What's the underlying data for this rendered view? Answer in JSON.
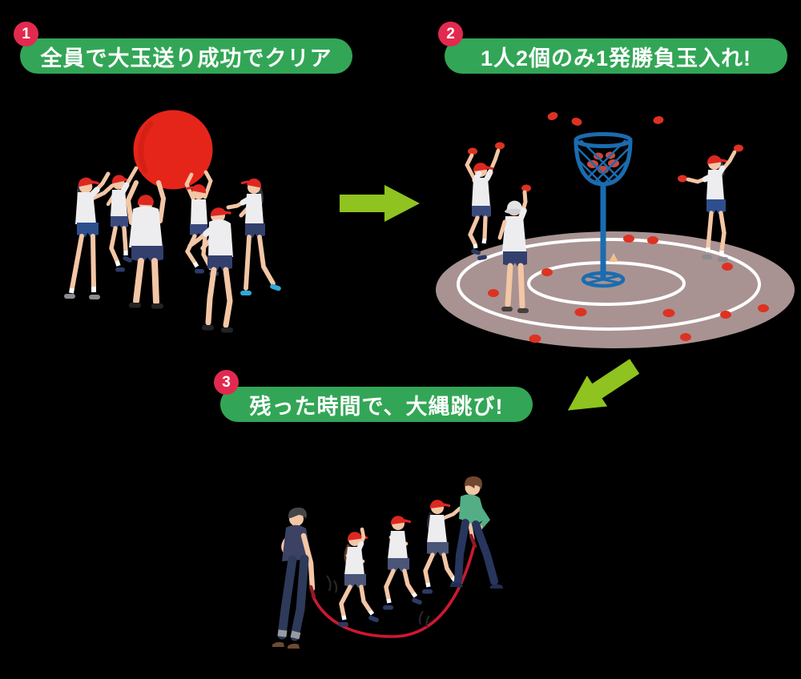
{
  "page": {
    "background": "#000000"
  },
  "steps": [
    {
      "number": "1",
      "label": "全員で大玉送り成功でクリア",
      "illustration_alt": "Six children in white shirts, navy shorts and red caps lifting a giant red ball overhead"
    },
    {
      "number": "2",
      "label": "1人2個のみ1発勝負玉入れ!",
      "illustration_alt": "Ball-toss game: children throwing red beanbags at a blue net basket on a pole standing in white circles on a mauve ground"
    },
    {
      "number": "3",
      "label": "残った時間で、大縄跳び!",
      "illustration_alt": "Two adults turning a long red rope while three children in red caps jump over it"
    }
  ],
  "arrows": [
    {
      "direction": "right"
    },
    {
      "direction": "down-left"
    }
  ],
  "colors": {
    "label_background": "#32a656",
    "label_text": "#ffffff",
    "badge_background": "#e22a4f",
    "badge_text": "#ffffff",
    "arrow_green": "#8fc31f",
    "big_ball_red": "#e5251a",
    "beanbag_red": "#dd3222",
    "cap_red": "#dd2721",
    "ground_mauve": "#a89392",
    "ring_white": "#ffffff",
    "pole_blue": "#1a6cb0",
    "rope_red": "#ce1831",
    "shirt_white": "#ededf0",
    "shorts_navy": "#3b4a7d",
    "skin": "#f3c6a5",
    "sweater_green": "#53ae85"
  }
}
